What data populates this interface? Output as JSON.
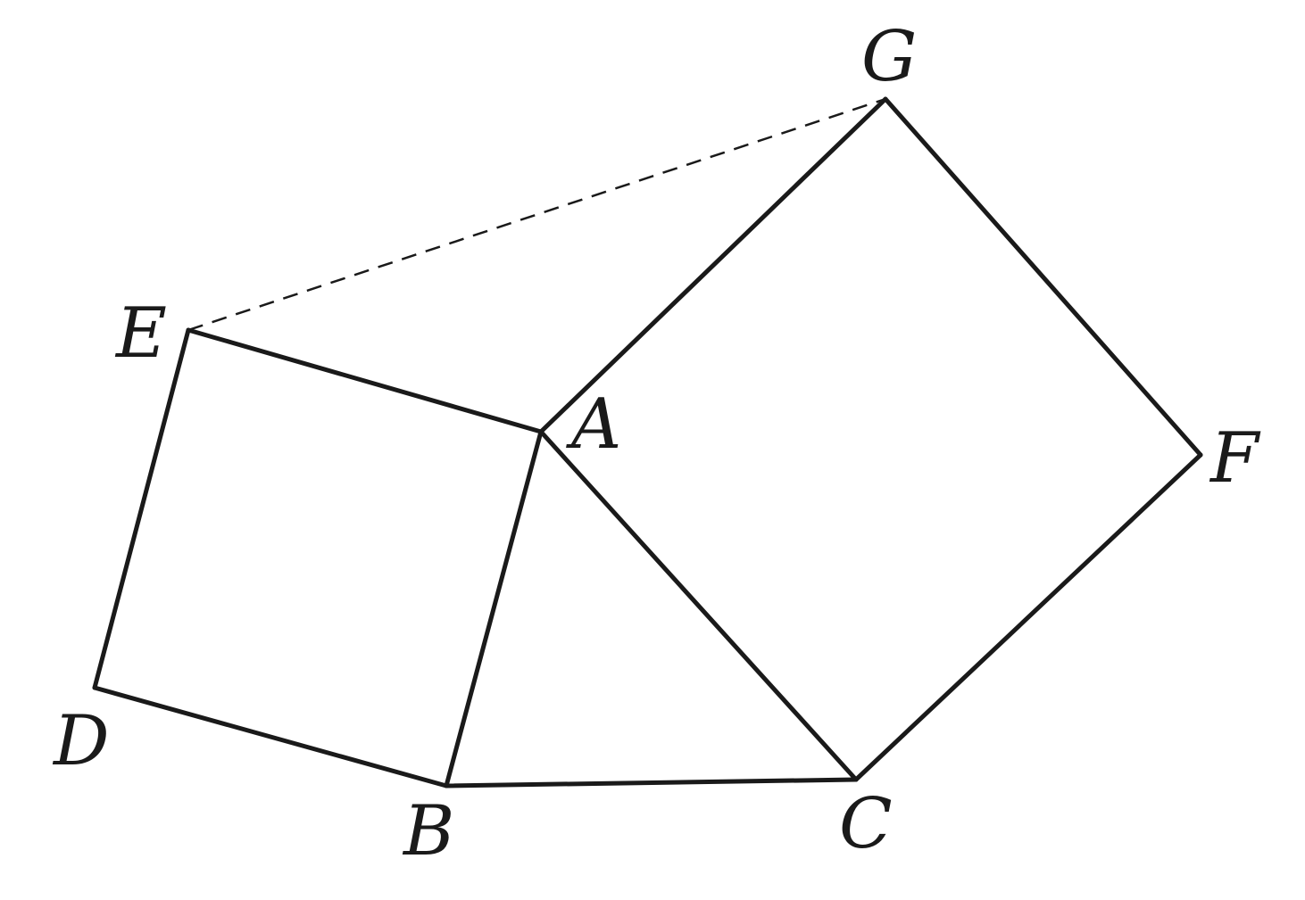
{
  "diagram": {
    "labels": {
      "A": "A",
      "B": "B",
      "C": "C",
      "D": "D",
      "E": "E",
      "F": "F",
      "G": "G"
    },
    "segments": [
      {
        "id": "AB",
        "style": "solid"
      },
      {
        "id": "BC",
        "style": "solid"
      },
      {
        "id": "CA",
        "style": "solid"
      },
      {
        "id": "AE",
        "style": "solid"
      },
      {
        "id": "ED",
        "style": "solid"
      },
      {
        "id": "DB",
        "style": "solid"
      },
      {
        "id": "AG",
        "style": "solid"
      },
      {
        "id": "GF",
        "style": "solid"
      },
      {
        "id": "FC",
        "style": "solid"
      },
      {
        "id": "EG",
        "style": "dashed"
      }
    ],
    "colors": {
      "line": "#1a1a1a",
      "background": "#ffffff"
    }
  }
}
